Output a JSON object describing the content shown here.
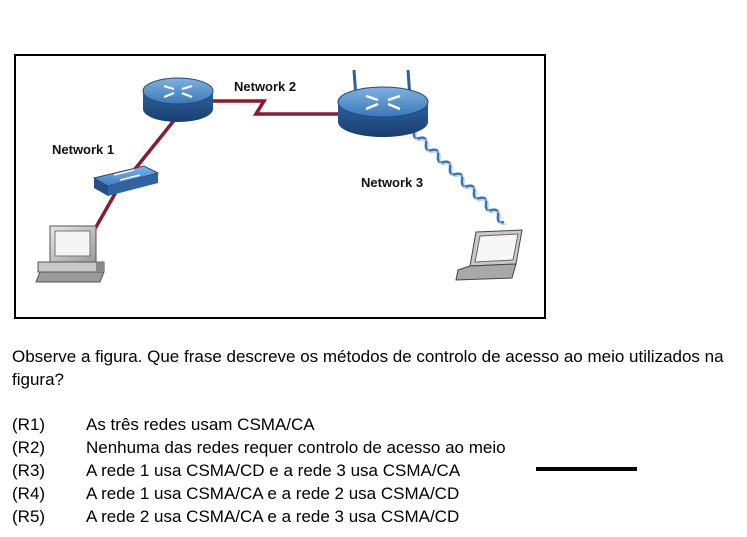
{
  "figure": {
    "labels": {
      "network1": "Network 1",
      "network2": "Network 2",
      "network3": "Network 3"
    },
    "colors": {
      "router": "#2f6aa6",
      "wired_link": "#8b1a2a",
      "wireless_link": "#3d74b8"
    }
  },
  "question": "Observe a figura. Que frase descreve os métodos de controlo de acesso ao meio utilizados na figura?",
  "answers": [
    {
      "code": "(R1)",
      "text": "As três redes usam CSMA/CA"
    },
    {
      "code": "(R2)",
      "text": "Nenhuma das redes requer controlo de acesso ao meio"
    },
    {
      "code": "(R3)",
      "text": "A rede 1 usa CSMA/CD e a rede 3 usa CSMA/CA"
    },
    {
      "code": "(R4)",
      "text": "A rede 1 usa CSMA/CA e a rede 2 usa CSMA/CD"
    },
    {
      "code": "(R5)",
      "text": "A rede 2 usa CSMA/CA e a rede 3 usa CSMA/CD"
    }
  ]
}
